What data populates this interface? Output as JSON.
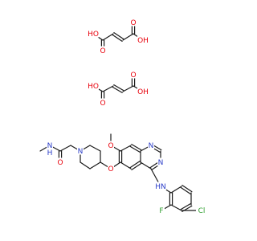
{
  "colors": {
    "carbon": "#1a1a1a",
    "oxygen": "#e8000b",
    "nitrogen": "#2a3cc8",
    "fluorine": "#2f9e2f",
    "chlorine": "#2f9e2f"
  },
  "atoms": [
    {
      "id": "fa1_o1",
      "label": "HO",
      "element": "oxygen"
    },
    {
      "id": "fa1_oa",
      "label": "O",
      "element": "oxygen"
    },
    {
      "id": "fa1_ob",
      "label": "O",
      "element": "oxygen"
    },
    {
      "id": "fa1_o2",
      "label": "OH",
      "element": "oxygen"
    },
    {
      "id": "fa2_o1",
      "label": "HO",
      "element": "oxygen"
    },
    {
      "id": "fa2_oa",
      "label": "O",
      "element": "oxygen"
    },
    {
      "id": "fa2_ob",
      "label": "O",
      "element": "oxygen"
    },
    {
      "id": "fa2_o2",
      "label": "OH",
      "element": "oxygen"
    },
    {
      "id": "amide_nh",
      "label": "N\nH",
      "element": "nitrogen"
    },
    {
      "id": "amide_o",
      "label": "O",
      "element": "oxygen"
    },
    {
      "id": "pip_n",
      "label": "N",
      "element": "nitrogen"
    },
    {
      "id": "ether_o",
      "label": "O",
      "element": "oxygen"
    },
    {
      "id": "methoxy_o",
      "label": "O",
      "element": "oxygen"
    },
    {
      "id": "qz_n1",
      "label": "N",
      "element": "nitrogen"
    },
    {
      "id": "qz_n3",
      "label": "N",
      "element": "nitrogen"
    },
    {
      "id": "aniline_nh",
      "label": "HN",
      "element": "nitrogen"
    },
    {
      "id": "fluoro",
      "label": "F",
      "element": "fluorine"
    },
    {
      "id": "chloro",
      "label": "Cl",
      "element": "chlorine"
    }
  ]
}
